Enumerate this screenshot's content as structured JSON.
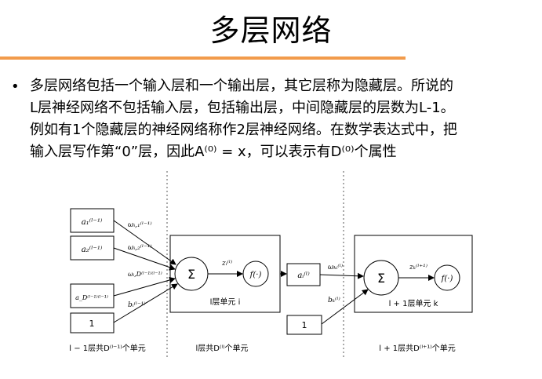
{
  "slide": {
    "title": "多层网络",
    "bullet_lines": [
      "多层网络包括一个输入层和一个输出层，其它层称为隐藏层。所说的",
      "L层神经网络不包括输入层，包括输出层，中间隐藏层的层数为L-1。",
      "例如有1个隐藏层的神经网络称作2层神经网络。在数学表达式中，把",
      "输入层写作第“0”层，因此A⁽⁰⁾ = x，可以表示有D⁽⁰⁾个属性"
    ]
  },
  "diagram": {
    "input_nodes": [
      "a₁⁽ˡ⁻¹⁾",
      "a₂⁽ˡ⁻¹⁾",
      "a_D⁽ˡ⁻¹⁾⁽ˡ⁻¹⁾"
    ],
    "bias_input_1": "1",
    "weights_left": [
      "ωᵢ,₁⁽ˡ⁻¹⁾",
      "ωᵢ,₂⁽ˡ⁻¹⁾",
      "ωᵢ,D⁽ˡ⁻¹⁾⁽ˡ⁻¹⁾"
    ],
    "bias_left": "bᵢ⁽ˡ⁻¹⁾",
    "sum_symbol": "Σ",
    "z_left": "zᵢ⁽ˡ⁾",
    "f_left": "f(·)",
    "unit_left_label": "l层单元 i",
    "mid_output": "aᵢ⁽ˡ⁾",
    "weight_right": "ωₖᵢ⁽ˡ⁾",
    "bias_right": "bₖ⁽ˡ⁾",
    "bias_input_2": "1",
    "z_right": "zₖ⁽ˡ⁺¹⁾",
    "f_right": "f(·)",
    "unit_right_label": "l + 1层单元 k",
    "caption_left": "l − 1层共D⁽ˡ⁻¹⁾个单元",
    "caption_mid": "l层共D⁽ˡ⁾个单元",
    "caption_right": "l + 1层共D⁽ˡ⁺¹⁾个单元"
  }
}
